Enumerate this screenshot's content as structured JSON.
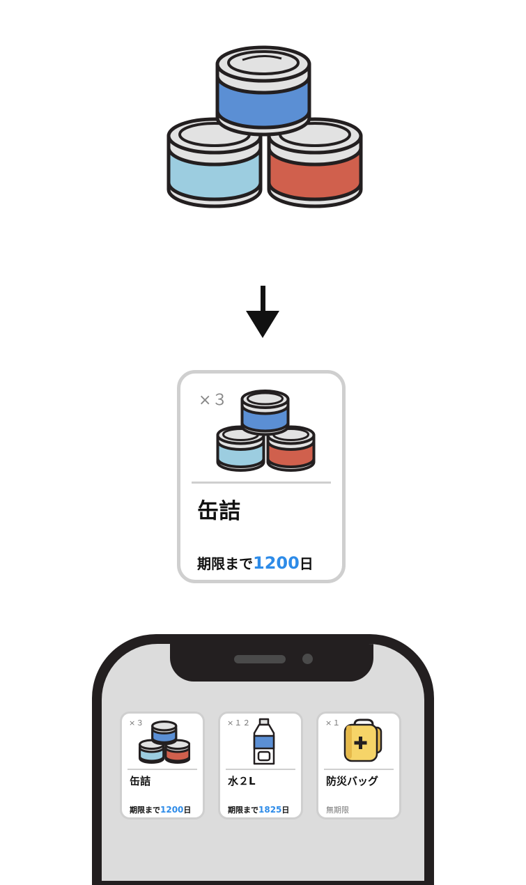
{
  "big_card": {
    "quantity": "×３",
    "name": "缶詰",
    "expiry_prefix": "期限まで",
    "expiry_days": "1200",
    "expiry_suffix": "日"
  },
  "mini_cards": [
    {
      "quantity": "×３",
      "name": "缶詰",
      "expiry_prefix": "期限まで",
      "expiry_days": "1200",
      "expiry_suffix": "日",
      "icon": "canned-food-icon"
    },
    {
      "quantity": "×１２",
      "name": "水２L",
      "expiry_prefix": "期限まで",
      "expiry_days": "1825",
      "expiry_suffix": "日",
      "icon": "water-bottle-icon"
    },
    {
      "quantity": "×１",
      "name": "防災バッグ",
      "expiry_text": "無期限",
      "icon": "emergency-backpack-icon"
    }
  ],
  "colors": {
    "can_blue": "#5b8fd4",
    "can_light_blue": "#9ccde0",
    "can_red": "#d0604d",
    "accent_blue": "#2d8be8",
    "bag_yellow": "#f6d468",
    "card_border": "#cfcfcf",
    "phone_frame": "#231f20"
  }
}
